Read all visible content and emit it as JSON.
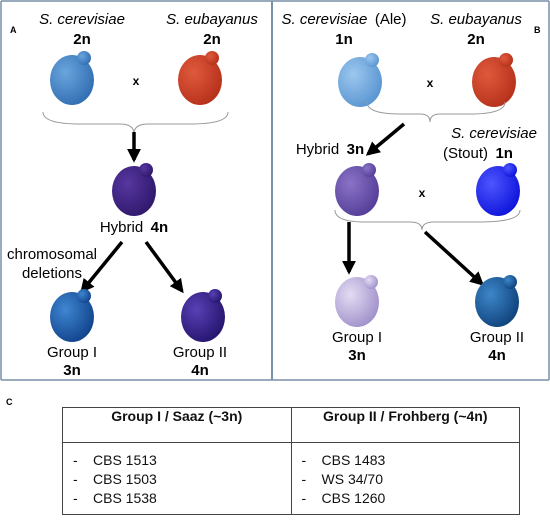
{
  "panel_a": {
    "label": "A",
    "parent_left_species": "S. cerevisiae",
    "parent_left_ploidy": "2n",
    "parent_right_species": "S. eubayanus",
    "parent_right_ploidy": "2n",
    "cross_symbol": "x",
    "hybrid_label": "Hybrid",
    "hybrid_ploidy": "4n",
    "deletion_line1": "chromosomal",
    "deletion_line2": "deletions",
    "group1_name": "Group I",
    "group1_ploidy": "3n",
    "group2_name": "Group II",
    "group2_ploidy": "4n"
  },
  "panel_b": {
    "label": "B",
    "parent_left_species": "S. cerevisiae",
    "parent_left_qualifier": "(Ale)",
    "parent_left_ploidy": "1n",
    "parent_right_species": "S. eubayanus",
    "parent_right_ploidy": "2n",
    "cross_symbol_1": "x",
    "stout_species": "S. cerevisiae",
    "stout_qualifier": "(Stout)",
    "stout_ploidy": "1n",
    "hybrid_label": "Hybrid",
    "hybrid_ploidy": "3n",
    "cross_symbol_2": "x",
    "group1_name": "Group I",
    "group1_ploidy": "3n",
    "group2_name": "Group II",
    "group2_ploidy": "4n"
  },
  "panel_c": {
    "label": "C",
    "col1_header": "Group I / Saaz (~3n)",
    "col2_header": "Group II / Frohberg (~4n)",
    "col1_items": [
      "CBS 1513",
      "CBS 1503",
      "CBS 1538"
    ],
    "col2_items": [
      "CBS 1483",
      "WS 34/70",
      "CBS 1260"
    ]
  },
  "colors": {
    "s_cerevisiae_a": "#3f7fc4",
    "s_eubayanus": "#c23a22",
    "hybrid_4n": "#3c1f7e",
    "group1_a": "#1f5fae",
    "group2_a": "#35208a",
    "s_cerevisiae_ale": "#6aa6dc",
    "hybrid_3n": "#6650a8",
    "stout": "#1a1ef0",
    "group1_b": "#b3a7d6",
    "group2_b": "#1b5c9a",
    "panel_divider": "#7a8fa8"
  }
}
